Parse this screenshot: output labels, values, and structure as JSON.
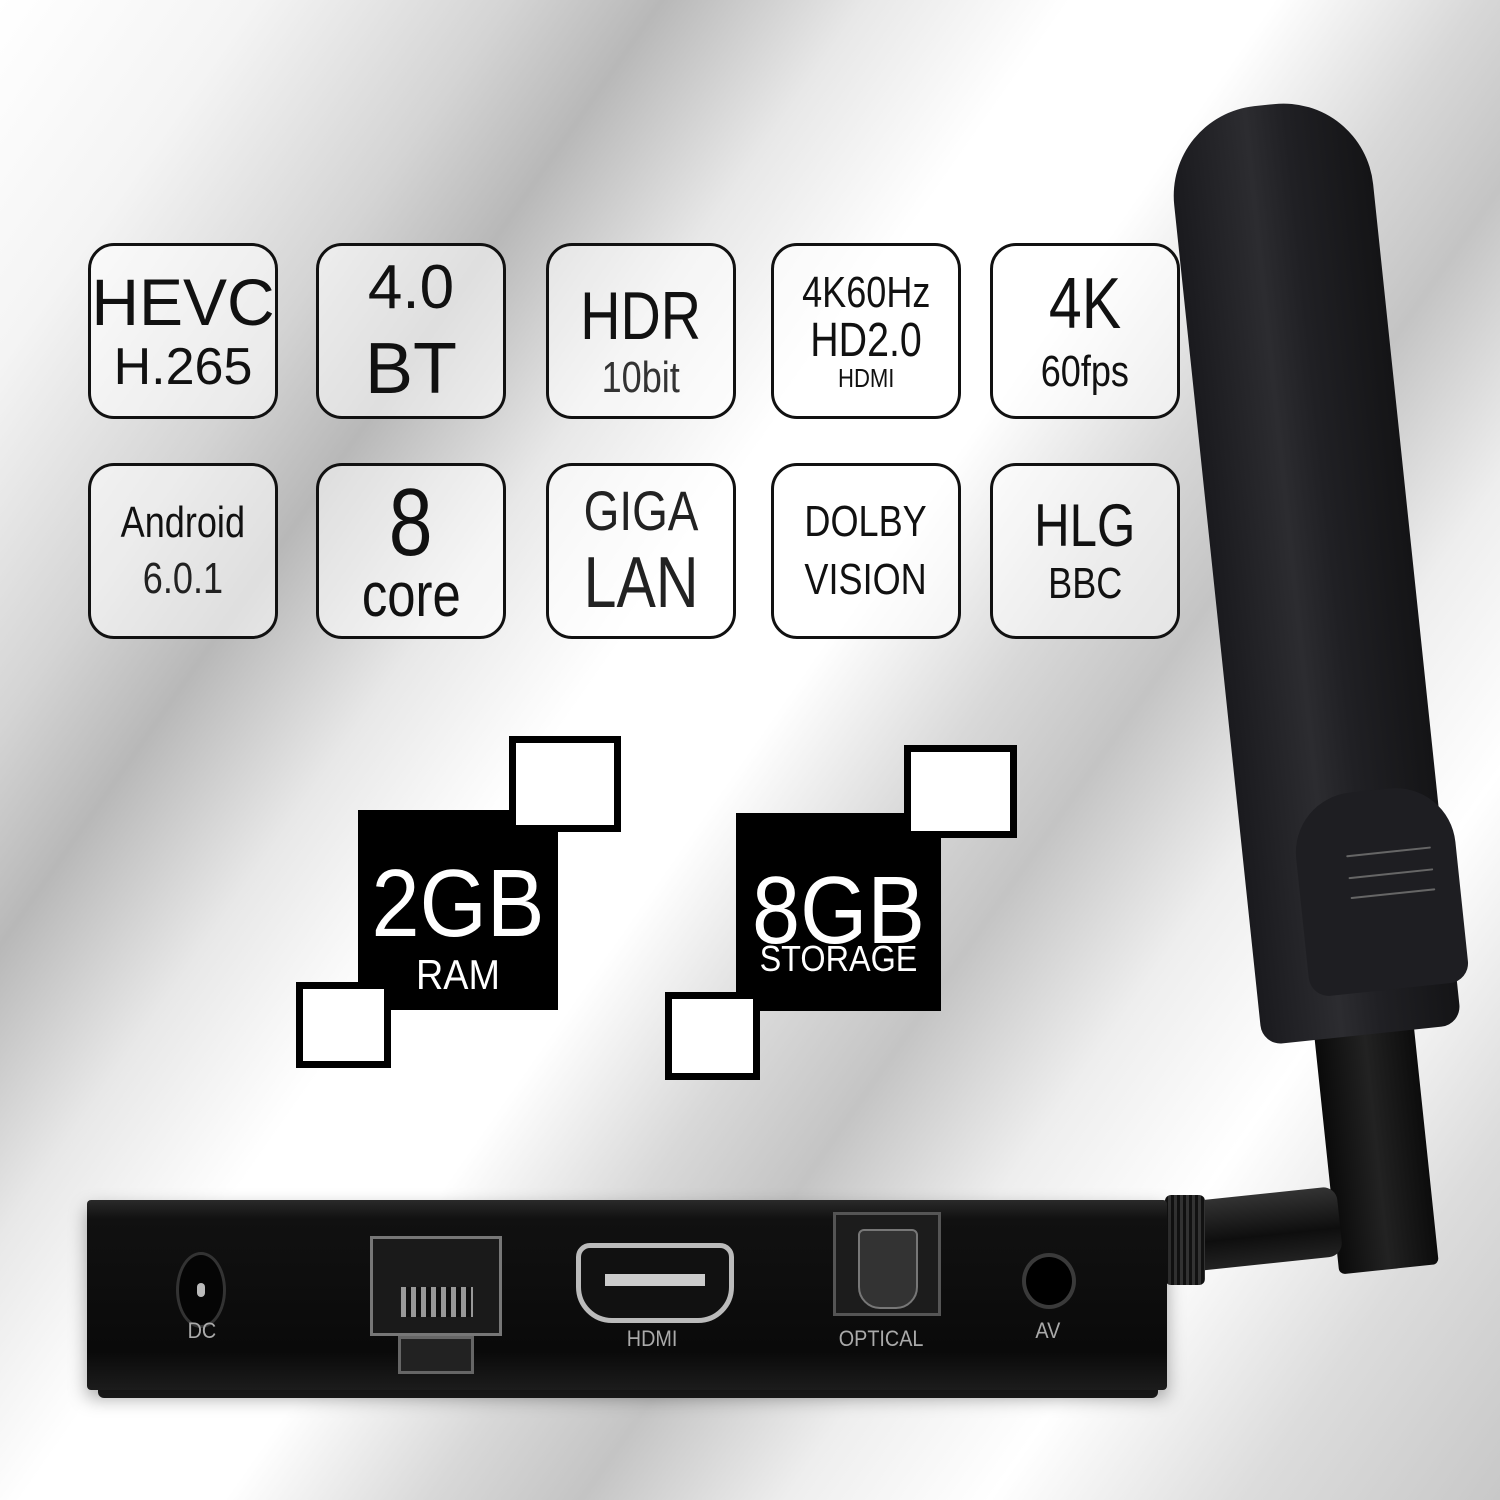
{
  "badges_row1": [
    {
      "l1": "HEVC",
      "l2": "H.265"
    },
    {
      "l1": "4.0",
      "l2": "BT"
    },
    {
      "l1": "HDR",
      "l2": "10bit"
    },
    {
      "l1": "4K60Hz",
      "l2": "HD2.0",
      "l3": "HDMI"
    },
    {
      "l1": "4K",
      "l2": "60fps"
    }
  ],
  "badges_row2": [
    {
      "l1": "Android",
      "l2": "6.0.1"
    },
    {
      "l1": "8",
      "l2": "core"
    },
    {
      "l1": "GIGA",
      "l2": "LAN"
    },
    {
      "l1": "DOLBY",
      "l2": "VISION"
    },
    {
      "l1": "HLG",
      "l2": "BBC"
    }
  ],
  "specs": {
    "ram": {
      "value": "2GB",
      "label": "RAM"
    },
    "storage": {
      "value": "8GB",
      "label": "STORAGE"
    }
  },
  "ports": {
    "dc": "DC",
    "hdmi": "HDMI",
    "optical": "OPTICAL",
    "av": "AV"
  }
}
